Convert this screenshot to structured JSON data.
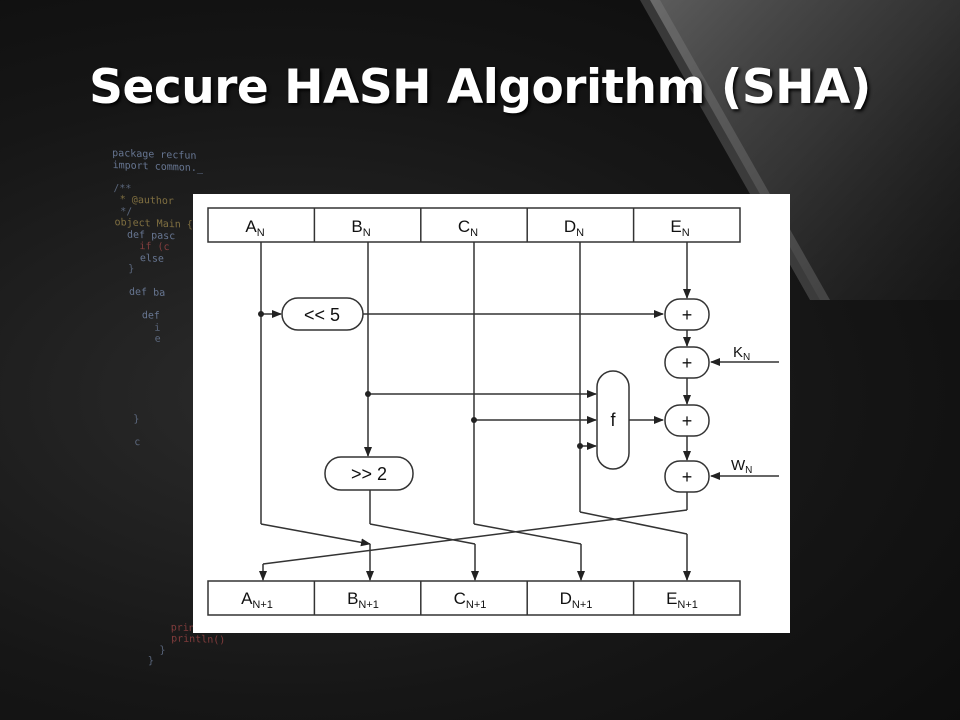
{
  "slide": {
    "title": "Secure HASH Algorithm (SHA)"
  },
  "background_code": [
    "package recfun",
    "import common._",
    "",
    "/**",
    " * @author",
    " */",
    "object Main {",
    "  def pasc",
    "    if (c",
    "    else",
    "  }",
    "",
    "  def ba",
    "",
    "    def",
    "      i",
    "      e",
    "",
    "",
    "",
    "",
    "",
    "",
    "  }",
    "",
    "  c",
    "",
    "",
    "",
    "",
    "",
    "",
    "",
    "",
    "",
    "",
    "",
    "",
    "",
    "",
    "",
    "       print(",
    "       println()",
    "     }",
    "   }"
  ],
  "diagram": {
    "top_registers": [
      {
        "letter": "A",
        "sub": "N"
      },
      {
        "letter": "B",
        "sub": "N"
      },
      {
        "letter": "C",
        "sub": "N"
      },
      {
        "letter": "D",
        "sub": "N"
      },
      {
        "letter": "E",
        "sub": "N"
      }
    ],
    "bottom_registers": [
      {
        "letter": "A",
        "sub": "N+1"
      },
      {
        "letter": "B",
        "sub": "N+1"
      },
      {
        "letter": "C",
        "sub": "N+1"
      },
      {
        "letter": "D",
        "sub": "N+1"
      },
      {
        "letter": "E",
        "sub": "N+1"
      }
    ],
    "rotate_left": "<< 5",
    "rotate_right": ">> 2",
    "function": "f",
    "adders": [
      "+",
      "+",
      "+",
      "+"
    ],
    "k_input": {
      "letter": "K",
      "sub": "N"
    },
    "w_input": {
      "letter": "W",
      "sub": "N"
    }
  }
}
